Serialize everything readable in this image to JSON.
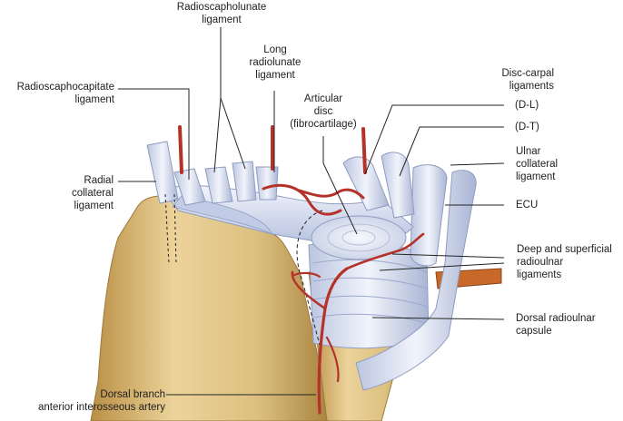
{
  "labels": {
    "radioscapholunate": [
      "Radioscapholunate",
      "ligament"
    ],
    "long_radiolunate": [
      "Long",
      "radiolunate",
      "ligament"
    ],
    "articular_disc": [
      "Articular",
      "disc",
      "(fibrocartilage)"
    ],
    "radioscaphocapitate": [
      "Radioscaphocapitate",
      "ligament"
    ],
    "radial_collateral": [
      "Radial",
      "collateral",
      "ligament"
    ],
    "disc_carpal": [
      "Disc-carpal",
      "ligaments"
    ],
    "disc_carpal_dl": "(D-L)",
    "disc_carpal_dt": "(D-T)",
    "ulnar_collateral": [
      "Ulnar",
      "collateral",
      "ligament"
    ],
    "ecu": "ECU",
    "radioulnar": [
      "Deep and superficial",
      "radioulnar",
      "ligaments"
    ],
    "dorsal_capsule": [
      "Dorsal radioulnar",
      "capsule"
    ],
    "dorsal_branch": [
      "Dorsal branch",
      "anterior interosseous artery"
    ]
  },
  "colors": {
    "bone": "#e3c98f",
    "bone_shadow": "#b8954f",
    "ligament": "#dfe6f5",
    "ligament_shadow": "#9aa8cc",
    "artery": "#b5322b",
    "tendon": "#c8692a",
    "leader": "#222222"
  }
}
